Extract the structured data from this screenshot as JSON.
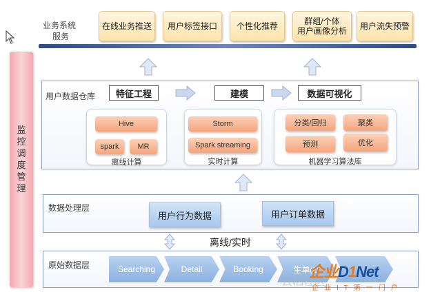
{
  "side_label": [
    "监",
    "控",
    "调",
    "度",
    "管",
    "理"
  ],
  "service_layer": {
    "label_line1": "业务系统",
    "label_line2": "服务",
    "items": [
      "在线业务推送",
      "用户标签接口",
      "个性化推荐",
      "群组/个体",
      "用户画像分析",
      "用户流失预警"
    ]
  },
  "warehouse": {
    "label": "用户数据仓库",
    "headers": [
      "特征工程",
      "建模",
      "数据可视化"
    ],
    "offline": {
      "items": [
        "Hive",
        "spark",
        "MR"
      ],
      "caption": "离线计算"
    },
    "realtime": {
      "items": [
        "Storm",
        "Spark streaming"
      ],
      "caption": "实时计算"
    },
    "ml": {
      "items": [
        "分类/回归",
        "聚类",
        "预测",
        "优化"
      ],
      "caption": "机器学习算法库"
    }
  },
  "processing": {
    "label": "数据处理层",
    "items": [
      "用户行为数据",
      "用户订单数据"
    ]
  },
  "connector_label": "离线/实时",
  "raw": {
    "label": "原始数据层",
    "items": [
      "Searching",
      "Detail",
      "Booking",
      "生单(O",
      ""
    ]
  },
  "watermark": {
    "logo_a": "企业",
    "logo_b": "D",
    "logo_c": "1",
    "logo_d": "Net",
    "sub": "企业IT第一门户",
    "faint": "云栖社区"
  },
  "colors": {
    "side_bar": "#f4a9b0",
    "service_box": "#fde3a9",
    "pill": "#f5a57c",
    "blue_box": "#a8c8ed",
    "chevron": "#8ab1e1",
    "arrow": "#c9d8ee"
  }
}
